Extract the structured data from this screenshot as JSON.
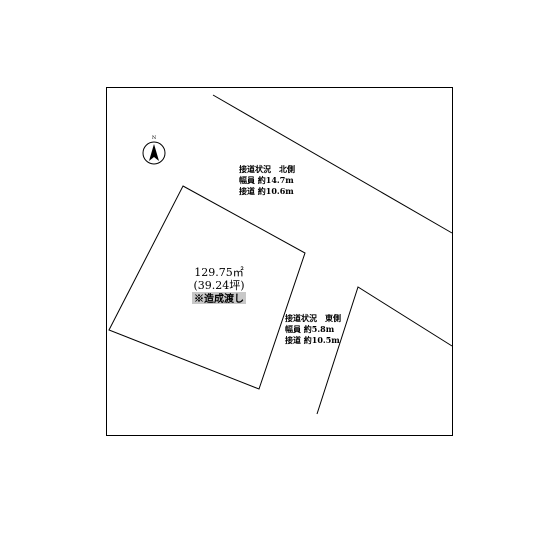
{
  "compass": {
    "icon": "north-arrow-icon",
    "letter": "N"
  },
  "north_road": {
    "title": "接道状況　北側",
    "width_line": "幅員 約14.7m",
    "frontage_line": "接道 約10.6m"
  },
  "east_road": {
    "title": "接道状況　東側",
    "width_line": "幅員 約5.8m",
    "frontage_line": "接道 約10.5m"
  },
  "lot": {
    "area_sqm": "129.75㎡",
    "area_tsubo": "(39.24坪)",
    "note": "※造成渡し"
  },
  "colors": {
    "line": "#000000",
    "note_highlight": "#c8c8c8",
    "background": "#ffffff"
  }
}
